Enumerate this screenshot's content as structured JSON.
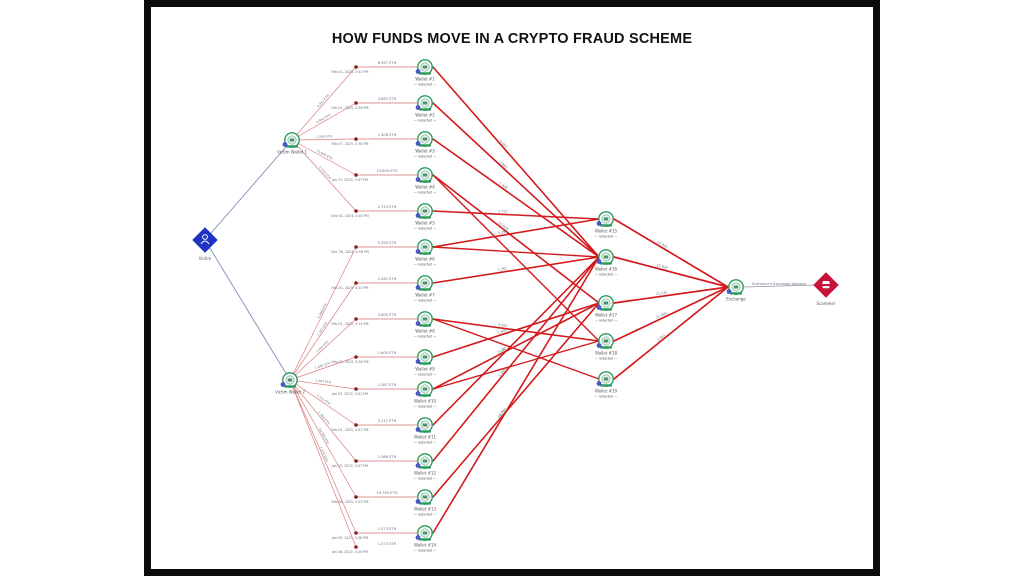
{
  "title": "HOW FUNDS MOVE IN A CRYPTO FRAUD SCHEME",
  "colors": {
    "flow": "#d4191c",
    "edge": "#8a93a8",
    "victim": "#1d33c2",
    "scammer": "#c8123a",
    "wallet": "#2e9a5e",
    "badge": "#4a58c8"
  },
  "nodes": {
    "victim": {
      "label": "Victim",
      "icon": "user-icon"
    },
    "victim_wallet_1": {
      "label": "Victim Wallet 1",
      "icon": "wallet-icon"
    },
    "victim_wallet_2": {
      "label": "Victim Wallet 2",
      "icon": "wallet-icon"
    },
    "exchange": {
      "label": "Exchange",
      "icon": "exchange-icon"
    },
    "scammer": {
      "label": "Scammer",
      "icon": "spy-icon"
    },
    "exchange_edge_label": "Scammer's Exchange Address"
  },
  "mid_wallets": [
    {
      "label": "Wallet #1",
      "sub": "— redacted —"
    },
    {
      "label": "Wallet #2",
      "sub": "— redacted —"
    },
    {
      "label": "Wallet #3",
      "sub": "— redacted —"
    },
    {
      "label": "Wallet #4",
      "sub": "— redacted —"
    },
    {
      "label": "Wallet #5",
      "sub": "— redacted —"
    },
    {
      "label": "Wallet #6",
      "sub": "— redacted —"
    },
    {
      "label": "Wallet #7",
      "sub": "— redacted —"
    },
    {
      "label": "Wallet #8",
      "sub": "— redacted —"
    },
    {
      "label": "Wallet #9",
      "sub": "— redacted —"
    },
    {
      "label": "Wallet #10",
      "sub": "— redacted —"
    },
    {
      "label": "Wallet #11",
      "sub": "— redacted —"
    },
    {
      "label": "Wallet #12",
      "sub": "— redacted —"
    },
    {
      "label": "Wallet #13",
      "sub": "— redacted —"
    },
    {
      "label": "Wallet #14",
      "sub": "— redacted —"
    }
  ],
  "right_wallets": [
    {
      "label": "Wallet #15",
      "sub": "— redacted —"
    },
    {
      "label": "Wallet #16",
      "sub": "— redacted —"
    },
    {
      "label": "Wallet #17",
      "sub": "— redacted —"
    },
    {
      "label": "Wallet #18",
      "sub": "— redacted —"
    },
    {
      "label": "Wallet #19",
      "sub": "— redacted —"
    }
  ],
  "transfers": [
    {
      "amount": "6.957 ETH",
      "date": "Feb 01, 2025, 3:43 PM"
    },
    {
      "amount": "3.862 ETH",
      "date": "Feb 01, 2025, 2:56 PM"
    },
    {
      "amount": "1.308 ETH",
      "date": "Feb 07, 2025, 3:36 PM"
    },
    {
      "amount": "13.609 ETH",
      "date": "Jan 31, 2025, 3:47 PM"
    },
    {
      "amount": "2.753 ETH",
      "date": "Dec 01, 2024, 4:04 PM"
    },
    {
      "amount": "5.390 ETH",
      "date": "Dec 28, 2024, 4:46 PM"
    },
    {
      "amount": "1.261 ETH",
      "date": "Feb 01, 2025, 4:15 PM"
    },
    {
      "amount": "3.600 ETH",
      "date": "Feb 01, 2025, 3:14 PM"
    },
    {
      "amount": "1.600 ETH",
      "date": "Feb 03, 2025, 3:36 PM"
    },
    {
      "amount": "1.387 ETH",
      "date": "Jan 03, 2025, 3:01 PM"
    },
    {
      "amount": "2.111 ETH",
      "date": "Feb 01, 2025, 4:43 PM"
    },
    {
      "amount": "1.366 ETH",
      "date": "Jan 03, 2025, 3:07 PM"
    },
    {
      "amount": "10.700 ETH",
      "date": "Feb 06, 2025, 3:55 PM"
    },
    {
      "amount": "1.573 ETH",
      "date": "Jan 05, 2025, 3:38 PM"
    }
  ],
  "extra_transfer": {
    "amount": "1.573 ETH",
    "date": "Jan 06, 2025, 3:29 PM"
  },
  "flow_labels": [
    "6.957",
    "3.862",
    "1.308",
    "13.609",
    "2.753",
    "5.390",
    "1.261",
    "3.600",
    "1.600",
    "1.387",
    "2.111",
    "1.366",
    "10.700",
    "1.573"
  ],
  "exchange_labels": [
    "21.441",
    "21.929",
    "21.036",
    "21.066",
    "2.961"
  ]
}
